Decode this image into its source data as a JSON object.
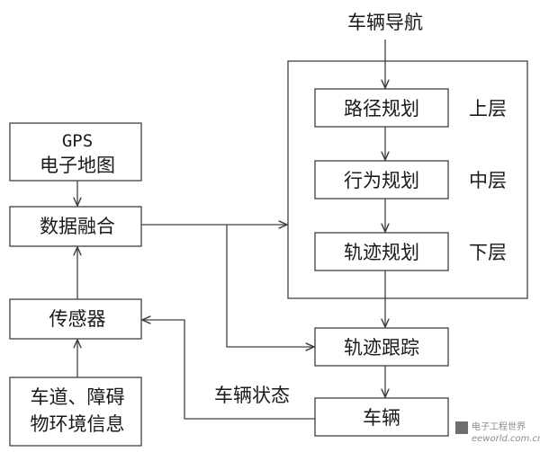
{
  "title": "车辆导航",
  "nodes": {
    "gps_map": {
      "line1": "GPS",
      "line2": "电子地图"
    },
    "data_fusion": "数据融合",
    "sensor": "传感器",
    "road_info": {
      "line1": "车道、障碍",
      "line2": "物环境信息"
    },
    "path_planning": "路径规划",
    "behavior_planning": "行为规划",
    "trajectory_planning": "轨迹规划",
    "trajectory_tracking": "轨迹跟踪",
    "vehicle": "车辆"
  },
  "layers": {
    "upper": "上层",
    "middle": "中层",
    "lower": "下层"
  },
  "vehicle_state_label": "车辆状态",
  "watermark": {
    "brand": "电子工程世界",
    "url": "eeworld.com.cn"
  },
  "colors": {
    "stroke": "#404040",
    "fill": "#ffffff",
    "text": "#1a1a1a"
  }
}
